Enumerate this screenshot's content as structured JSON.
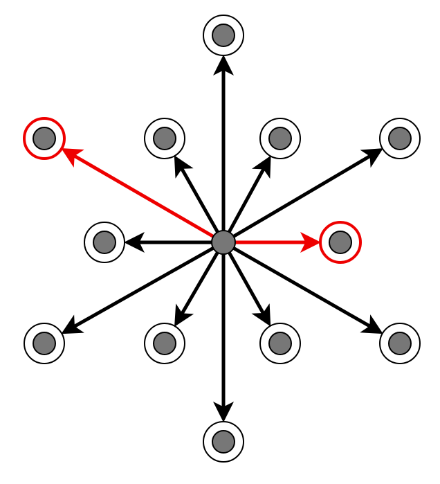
{
  "colors": {
    "background": "#ffffff",
    "edge_default": "#000000",
    "edge_highlight": "#ee0000",
    "node_fill": "#777777",
    "node_outline": "#000000",
    "ring_default": "#000000",
    "ring_highlight": "#ee0000",
    "ring_fill": "#ffffff"
  },
  "diagram": {
    "type": "hub-and-spoke",
    "hub": "center",
    "targets": [
      {
        "id": "top",
        "highlighted": false
      },
      {
        "id": "upper-left-far",
        "highlighted": true
      },
      {
        "id": "upper-left-near",
        "highlighted": false
      },
      {
        "id": "upper-right-near",
        "highlighted": false
      },
      {
        "id": "upper-right-far",
        "highlighted": false
      },
      {
        "id": "left",
        "highlighted": false
      },
      {
        "id": "right",
        "highlighted": true
      },
      {
        "id": "lower-left-far",
        "highlighted": false
      },
      {
        "id": "lower-left-near",
        "highlighted": false
      },
      {
        "id": "lower-right-near",
        "highlighted": false
      },
      {
        "id": "lower-right-far",
        "highlighted": false
      },
      {
        "id": "bottom",
        "highlighted": false
      }
    ]
  }
}
